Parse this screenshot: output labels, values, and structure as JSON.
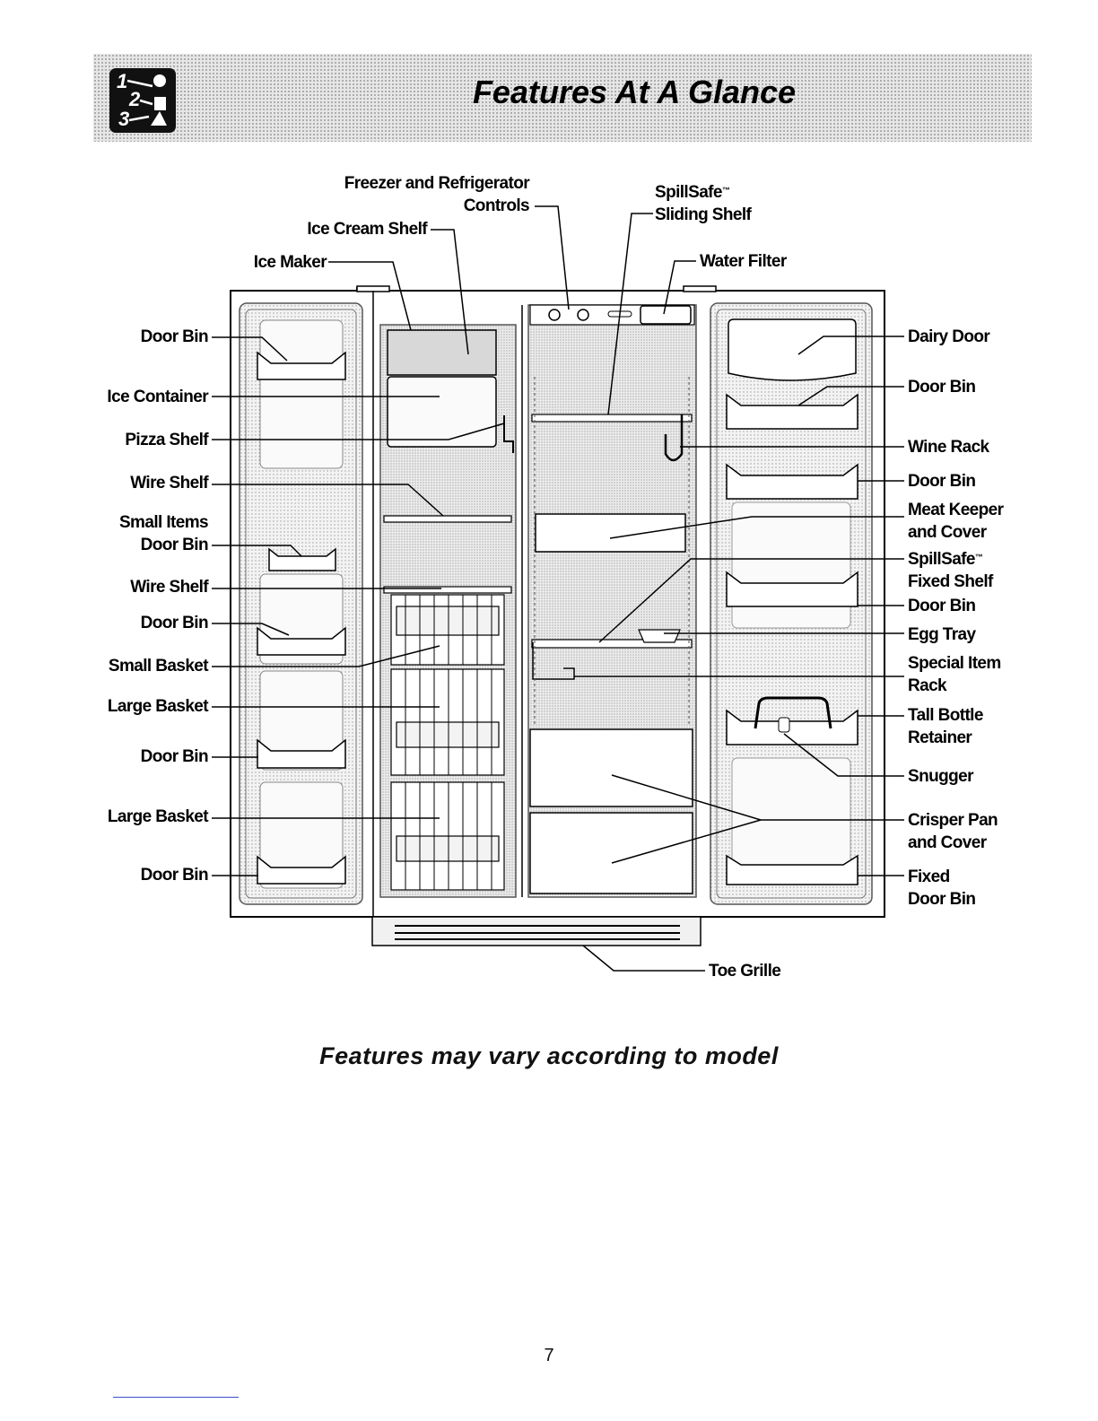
{
  "header": {
    "title": "Features At A Glance",
    "icon": "numbered-steps-icon",
    "icon_digits": [
      "1",
      "2",
      "3"
    ]
  },
  "labels": {
    "freezer_controls": [
      "Freezer and Refrigerator",
      "Controls"
    ],
    "ice_cream_shelf": "Ice Cream Shelf",
    "ice_maker": "Ice Maker",
    "spillsafe_sliding": [
      "SpillSafe",
      "™",
      "Sliding Shelf"
    ],
    "water_filter": "Water Filter",
    "left": {
      "door_bin_1": "Door Bin",
      "ice_container": "Ice Container",
      "pizza_shelf": "Pizza Shelf",
      "wire_shelf_1": "Wire Shelf",
      "small_items": [
        "Small Items",
        "Door Bin"
      ],
      "wire_shelf_2": "Wire Shelf",
      "door_bin_2": "Door Bin",
      "small_basket": "Small Basket",
      "large_basket_1": "Large Basket",
      "door_bin_3": "Door Bin",
      "large_basket_2": "Large Basket",
      "door_bin_4": "Door Bin"
    },
    "right": {
      "dairy_door": "Dairy Door",
      "door_bin_1": "Door Bin",
      "wine_rack": "Wine Rack",
      "door_bin_2": "Door Bin",
      "meat_keeper": [
        "Meat Keeper",
        "and Cover"
      ],
      "spillsafe_fixed": [
        "SpillSafe",
        "™",
        "Fixed Shelf"
      ],
      "door_bin_3": "Door Bin",
      "egg_tray": "Egg Tray",
      "special_item": [
        "Special Item",
        "Rack"
      ],
      "tall_bottle": [
        "Tall Bottle",
        "Retainer"
      ],
      "snugger": "Snugger",
      "crisper": [
        "Crisper Pan",
        "and Cover"
      ],
      "fixed_bin": [
        "Fixed",
        "Door Bin"
      ]
    },
    "toe_grille": "Toe Grille"
  },
  "footer": {
    "note": "Features may vary according to model",
    "page_number": "7"
  }
}
